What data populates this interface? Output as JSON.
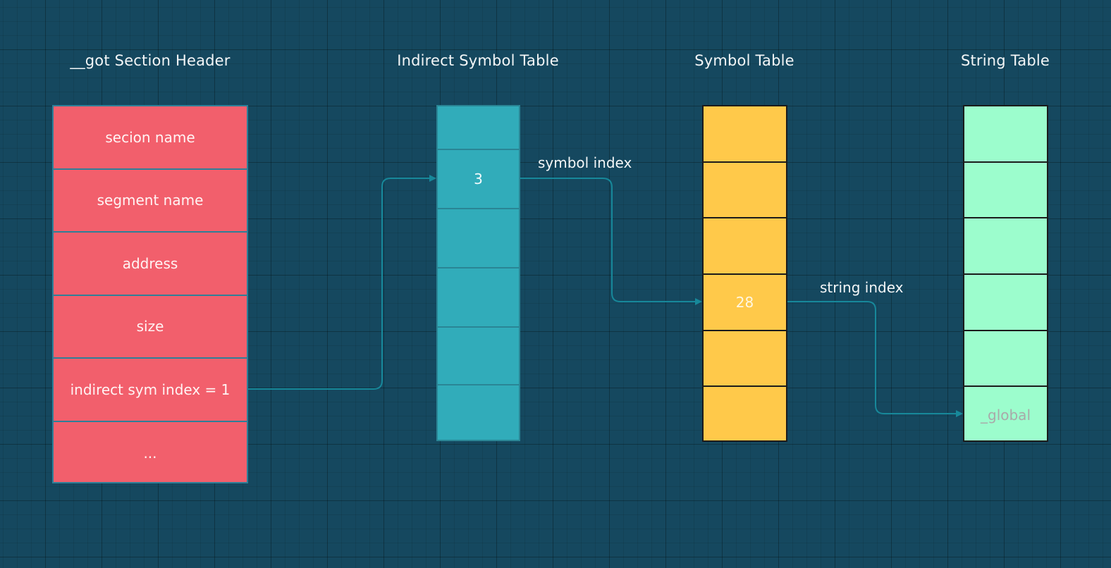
{
  "titles": {
    "section_header": "__got Section Header",
    "indirect_symbol_table": "Indirect Symbol Table",
    "symbol_table": "Symbol Table",
    "string_table": "String Table"
  },
  "section_header": {
    "rows": [
      "secion name",
      "segment name",
      "address",
      "size",
      "indirect sym index = 1",
      "..."
    ]
  },
  "indirect_symbol_table": {
    "rows": [
      "",
      "3",
      "",
      "",
      "",
      ""
    ]
  },
  "symbol_table": {
    "rows": [
      "",
      "",
      "",
      "28",
      "",
      ""
    ]
  },
  "string_table": {
    "rows": [
      "",
      "",
      "",
      "",
      "",
      "_global"
    ]
  },
  "edges": {
    "symbol_index": "symbol index",
    "string_index": "string index"
  },
  "colors": {
    "background": "#15485f",
    "section_header": "#f25f6c",
    "indirect_symbol_table": "#31acba",
    "symbol_table": "#ffc94a",
    "string_table": "#9cfdcd",
    "arrow": "#17889a"
  }
}
